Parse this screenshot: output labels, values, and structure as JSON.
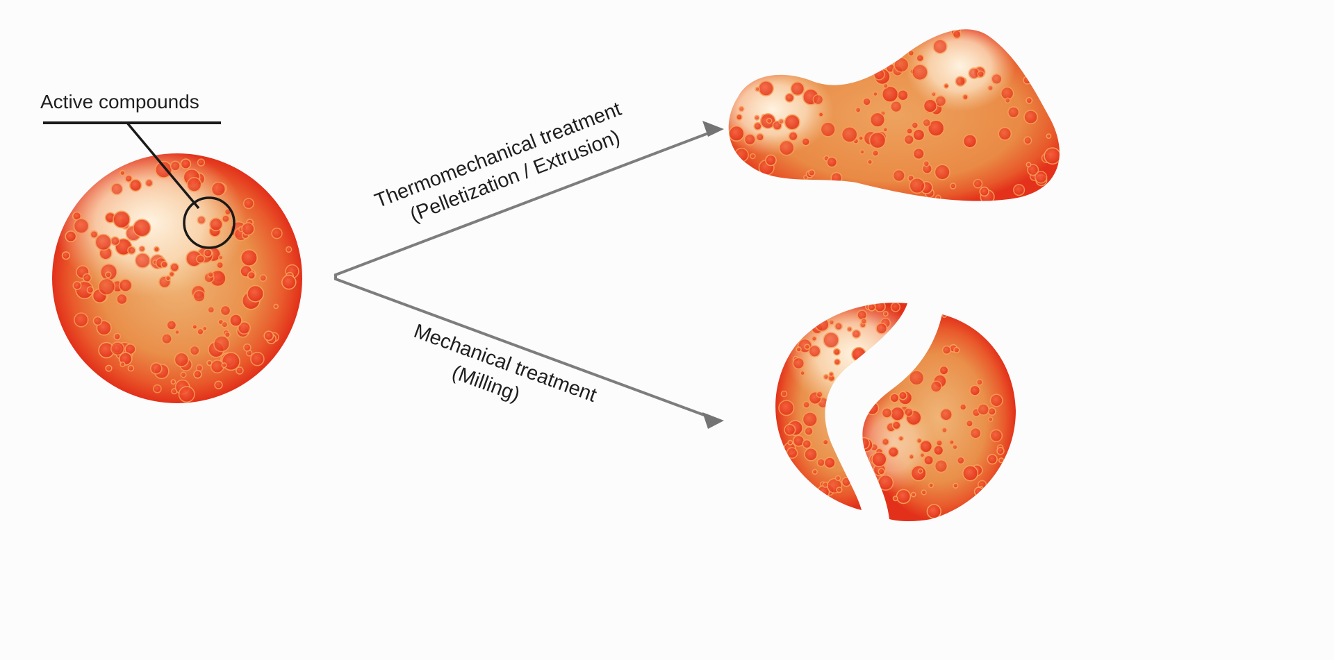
{
  "labels": {
    "active_compounds": "Active compounds",
    "thermo_line1": "Thermomechanical treatment",
    "thermo_line2": "(Pelletization / Extrusion)",
    "mech_line1": "Mechanical treatment",
    "mech_line2": "(Milling)"
  },
  "colors": {
    "background": "#fcfcfc",
    "particle_core": "#f0b070",
    "particle_rim": "#e8361c",
    "highlight": "#fff0d8",
    "spot": "#ec4a2e",
    "arrow": "#7d7d7d",
    "callout_line": "#1a1a1a"
  }
}
